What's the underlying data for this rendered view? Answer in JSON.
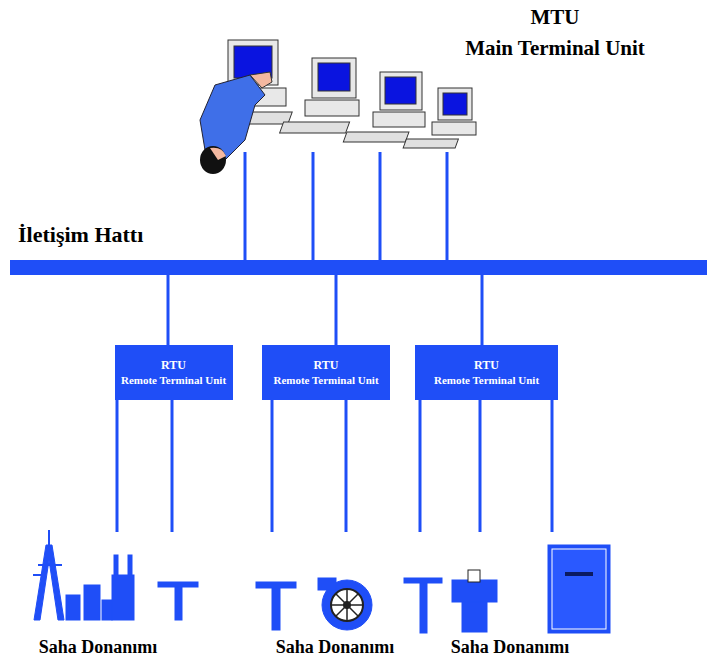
{
  "diagram": {
    "nodes": [
      {
        "text": [
          "MTU",
          "Main Terminal Unit"
        ]
      },
      {
        "text": [
          "İletişim Hattı"
        ]
      },
      {
        "text": [
          "RTU",
          "Remote Terminal Unit"
        ]
      },
      {
        "text": [
          "RTU",
          "Remote Terminal Unit"
        ]
      },
      {
        "text": [
          "RTU",
          "Remote Terminal Unit"
        ]
      },
      {
        "text": [
          "Saha Donanımı"
        ]
      },
      {
        "text": [
          "Saha Donanımı"
        ]
      },
      {
        "text": [
          "Saha Donanımı"
        ]
      }
    ],
    "edges": [
      {
        "from": 0,
        "to": 1,
        "arrow": "none"
      },
      {
        "from": 0,
        "to": 1,
        "arrow": "none"
      },
      {
        "from": 0,
        "to": 1,
        "arrow": "none"
      },
      {
        "from": 0,
        "to": 1,
        "arrow": "none"
      },
      {
        "from": 1,
        "to": 2,
        "arrow": "none"
      },
      {
        "from": 1,
        "to": 3,
        "arrow": "none"
      },
      {
        "from": 1,
        "to": 4,
        "arrow": "none"
      },
      {
        "from": 2,
        "to": 5,
        "arrow": "none"
      },
      {
        "from": 2,
        "to": 5,
        "arrow": "none"
      },
      {
        "from": 3,
        "to": 6,
        "arrow": "none"
      },
      {
        "from": 3,
        "to": 6,
        "arrow": "none"
      },
      {
        "from": 4,
        "to": 7,
        "arrow": "none"
      },
      {
        "from": 4,
        "to": 7,
        "arrow": "none"
      },
      {
        "from": 4,
        "to": 7,
        "arrow": "none"
      }
    ]
  }
}
